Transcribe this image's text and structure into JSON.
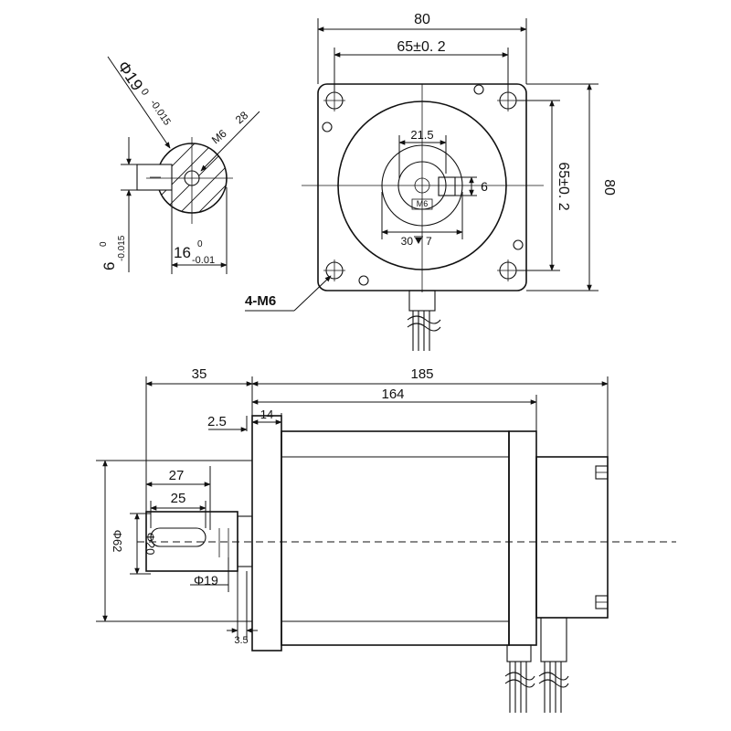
{
  "front_view": {
    "width": "80",
    "hole_pitch_h": "65±0. 2",
    "height": "80",
    "hole_pitch_v": "65±0. 2",
    "boss_dia": "21.5",
    "flat": "6",
    "center_thread": "M6",
    "pilot": "30",
    "pilot_depth": "7",
    "mount_holes": "4-M6"
  },
  "shaft_section": {
    "dia": "Φ19",
    "dia_tol_upper": "0",
    "dia_tol_lower": "-0.015",
    "thread": "M6",
    "thread_depth": "28",
    "key_width": "6",
    "key_tol_upper": "0",
    "key_tol_lower": "-0.015",
    "key_height": "16",
    "key_height_tol_upper": "0",
    "key_height_tol_lower": "-0.01"
  },
  "side_view": {
    "shaft_length": "35",
    "total_length": "185",
    "body_length": "164",
    "flange_thickness": "14",
    "spigot": "2.5",
    "key_length": "27",
    "key_slot": "25",
    "pilot_dia": "Φ62",
    "shaft_dia": "Φ19",
    "key_span": "Φ20",
    "shoulder": "3.5"
  }
}
